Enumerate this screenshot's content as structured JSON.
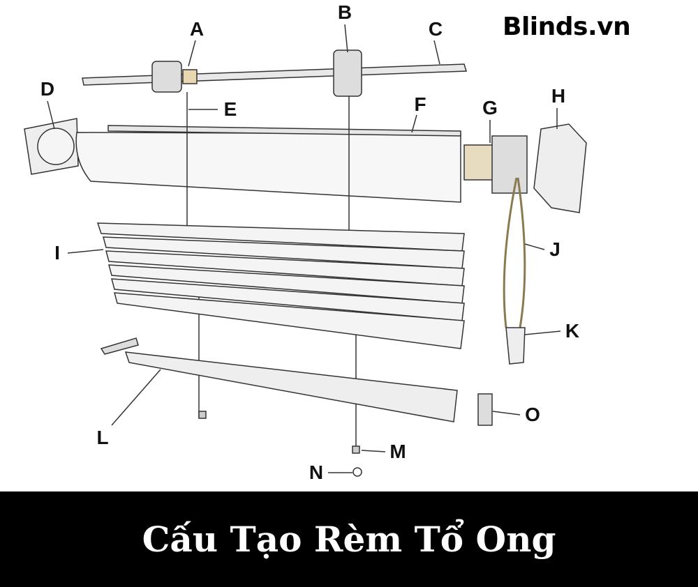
{
  "logo": "Blinds.vn",
  "title": "Cấu Tạo Rèm Tổ Ong",
  "labels": {
    "A": "A",
    "B": "B",
    "C": "C",
    "D": "D",
    "E": "E",
    "F": "F",
    "G": "G",
    "H": "H",
    "I": "I",
    "J": "J",
    "K": "K",
    "L": "L",
    "M": "M",
    "N": "N",
    "O": "O"
  }
}
